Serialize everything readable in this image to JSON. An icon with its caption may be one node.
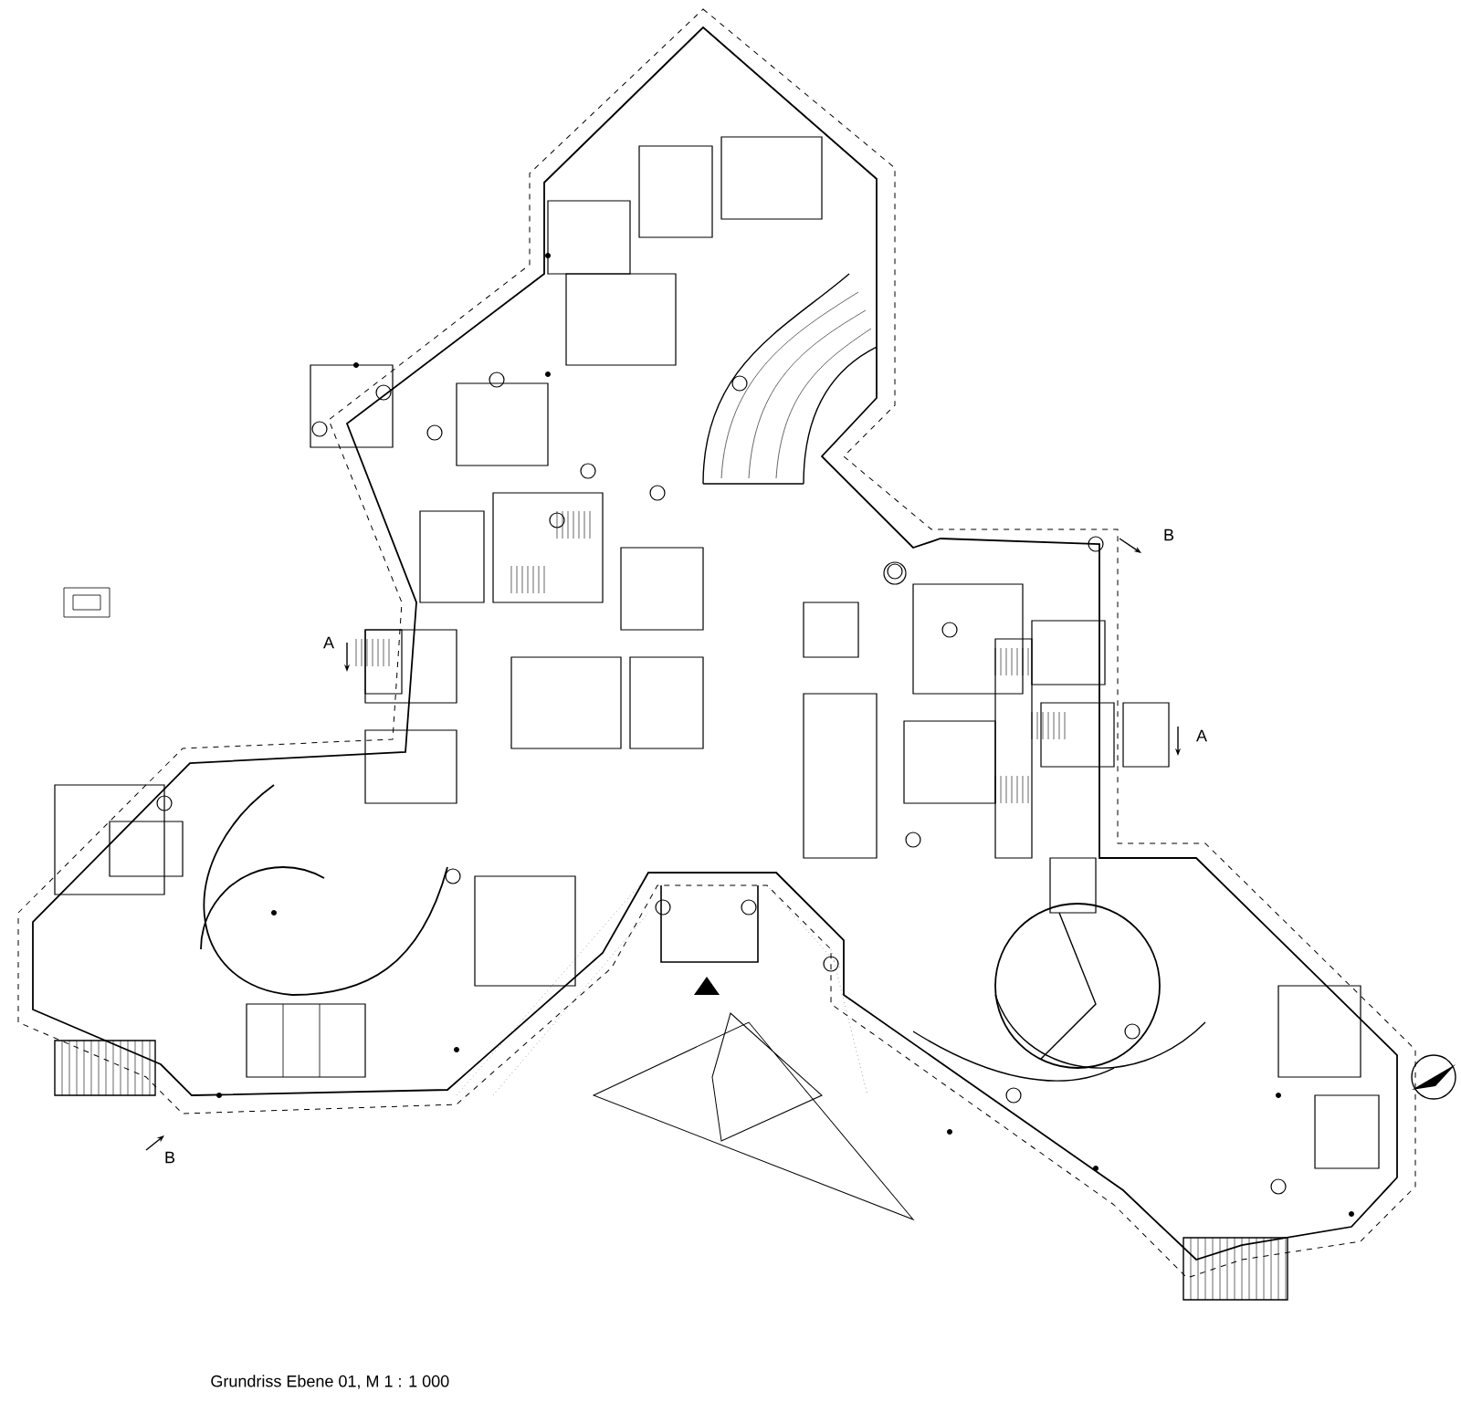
{
  "diagram": {
    "caption": "Grundriss Ebene 01, M 1 : 1 000",
    "labels": [
      "B",
      "A",
      "A",
      "B"
    ]
  }
}
